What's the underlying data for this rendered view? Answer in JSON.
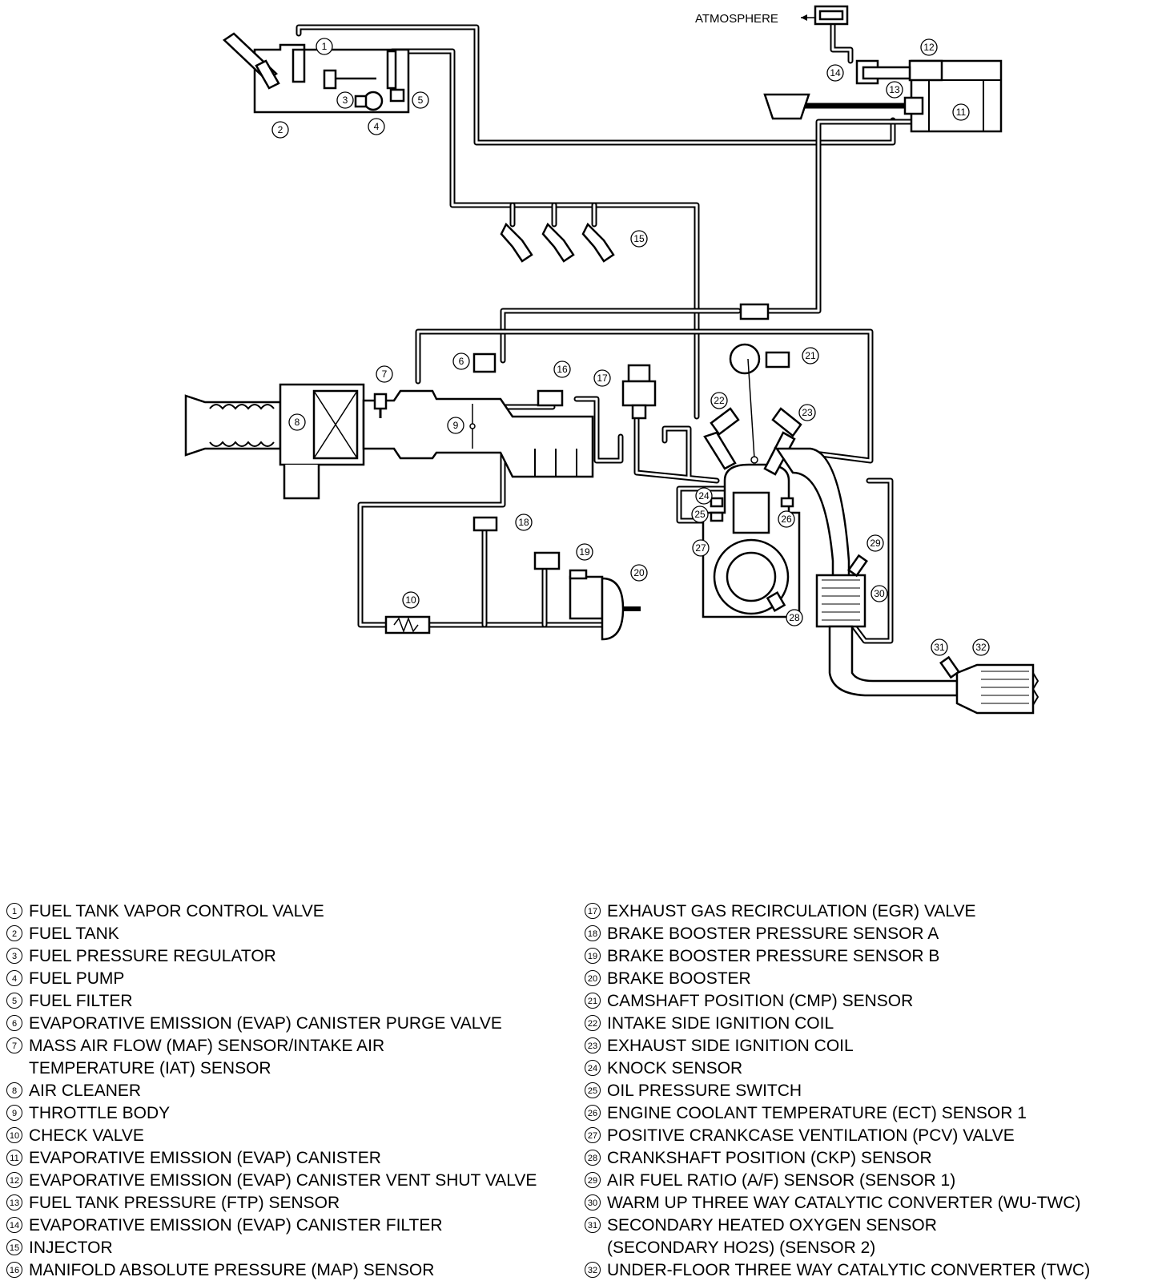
{
  "diagram": {
    "atmosphere_label": "ATMOSPHERE"
  },
  "legend": {
    "left": [
      {
        "num": "1",
        "text": "FUEL TANK VAPOR CONTROL VALVE"
      },
      {
        "num": "2",
        "text": "FUEL TANK"
      },
      {
        "num": "3",
        "text": "FUEL PRESSURE REGULATOR"
      },
      {
        "num": "4",
        "text": "FUEL PUMP"
      },
      {
        "num": "5",
        "text": "FUEL FILTER"
      },
      {
        "num": "6",
        "text": "EVAPORATIVE EMISSION (EVAP) CANISTER PURGE VALVE"
      },
      {
        "num": "7",
        "text": "MASS AIR FLOW (MAF) SENSOR/INTAKE AIR\nTEMPERATURE (IAT) SENSOR"
      },
      {
        "num": "8",
        "text": "AIR CLEANER"
      },
      {
        "num": "9",
        "text": "THROTTLE BODY"
      },
      {
        "num": "10",
        "text": "CHECK VALVE"
      },
      {
        "num": "11",
        "text": "EVAPORATIVE EMISSION (EVAP) CANISTER"
      },
      {
        "num": "12",
        "text": "EVAPORATIVE EMISSION (EVAP) CANISTER VENT SHUT VALVE"
      },
      {
        "num": "13",
        "text": "FUEL TANK PRESSURE (FTP) SENSOR"
      },
      {
        "num": "14",
        "text": "EVAPORATIVE EMISSION (EVAP) CANISTER FILTER"
      },
      {
        "num": "15",
        "text": "INJECTOR"
      },
      {
        "num": "16",
        "text": "MANIFOLD ABSOLUTE PRESSURE (MAP) SENSOR"
      }
    ],
    "right": [
      {
        "num": "17",
        "text": "EXHAUST GAS RECIRCULATION (EGR) VALVE"
      },
      {
        "num": "18",
        "text": "BRAKE BOOSTER PRESSURE SENSOR A"
      },
      {
        "num": "19",
        "text": "BRAKE BOOSTER PRESSURE SENSOR B"
      },
      {
        "num": "20",
        "text": "BRAKE BOOSTER"
      },
      {
        "num": "21",
        "text": "CAMSHAFT POSITION (CMP) SENSOR"
      },
      {
        "num": "22",
        "text": "INTAKE SIDE IGNITION COIL"
      },
      {
        "num": "23",
        "text": "EXHAUST SIDE IGNITION COIL"
      },
      {
        "num": "24",
        "text": "KNOCK SENSOR"
      },
      {
        "num": "25",
        "text": "OIL PRESSURE SWITCH"
      },
      {
        "num": "26",
        "text": "ENGINE COOLANT TEMPERATURE (ECT) SENSOR 1"
      },
      {
        "num": "27",
        "text": "POSITIVE CRANKCASE VENTILATION (PCV) VALVE"
      },
      {
        "num": "28",
        "text": "CRANKSHAFT POSITION (CKP) SENSOR"
      },
      {
        "num": "29",
        "text": "AIR FUEL RATIO (A/F) SENSOR (SENSOR 1)"
      },
      {
        "num": "30",
        "text": "WARM UP THREE WAY CATALYTIC CONVERTER (WU-TWC)"
      },
      {
        "num": "31",
        "text": "SECONDARY HEATED OXYGEN SENSOR\n(SECONDARY HO2S) (SENSOR 2)"
      },
      {
        "num": "32",
        "text": "UNDER-FLOOR THREE WAY CATALYTIC CONVERTER (TWC)"
      }
    ]
  },
  "callouts": [
    "1",
    "2",
    "3",
    "4",
    "5",
    "6",
    "7",
    "8",
    "9",
    "10",
    "11",
    "12",
    "13",
    "14",
    "15",
    "16",
    "17",
    "18",
    "19",
    "20",
    "21",
    "22",
    "23",
    "24",
    "25",
    "26",
    "27",
    "28",
    "29",
    "30",
    "31",
    "32"
  ]
}
